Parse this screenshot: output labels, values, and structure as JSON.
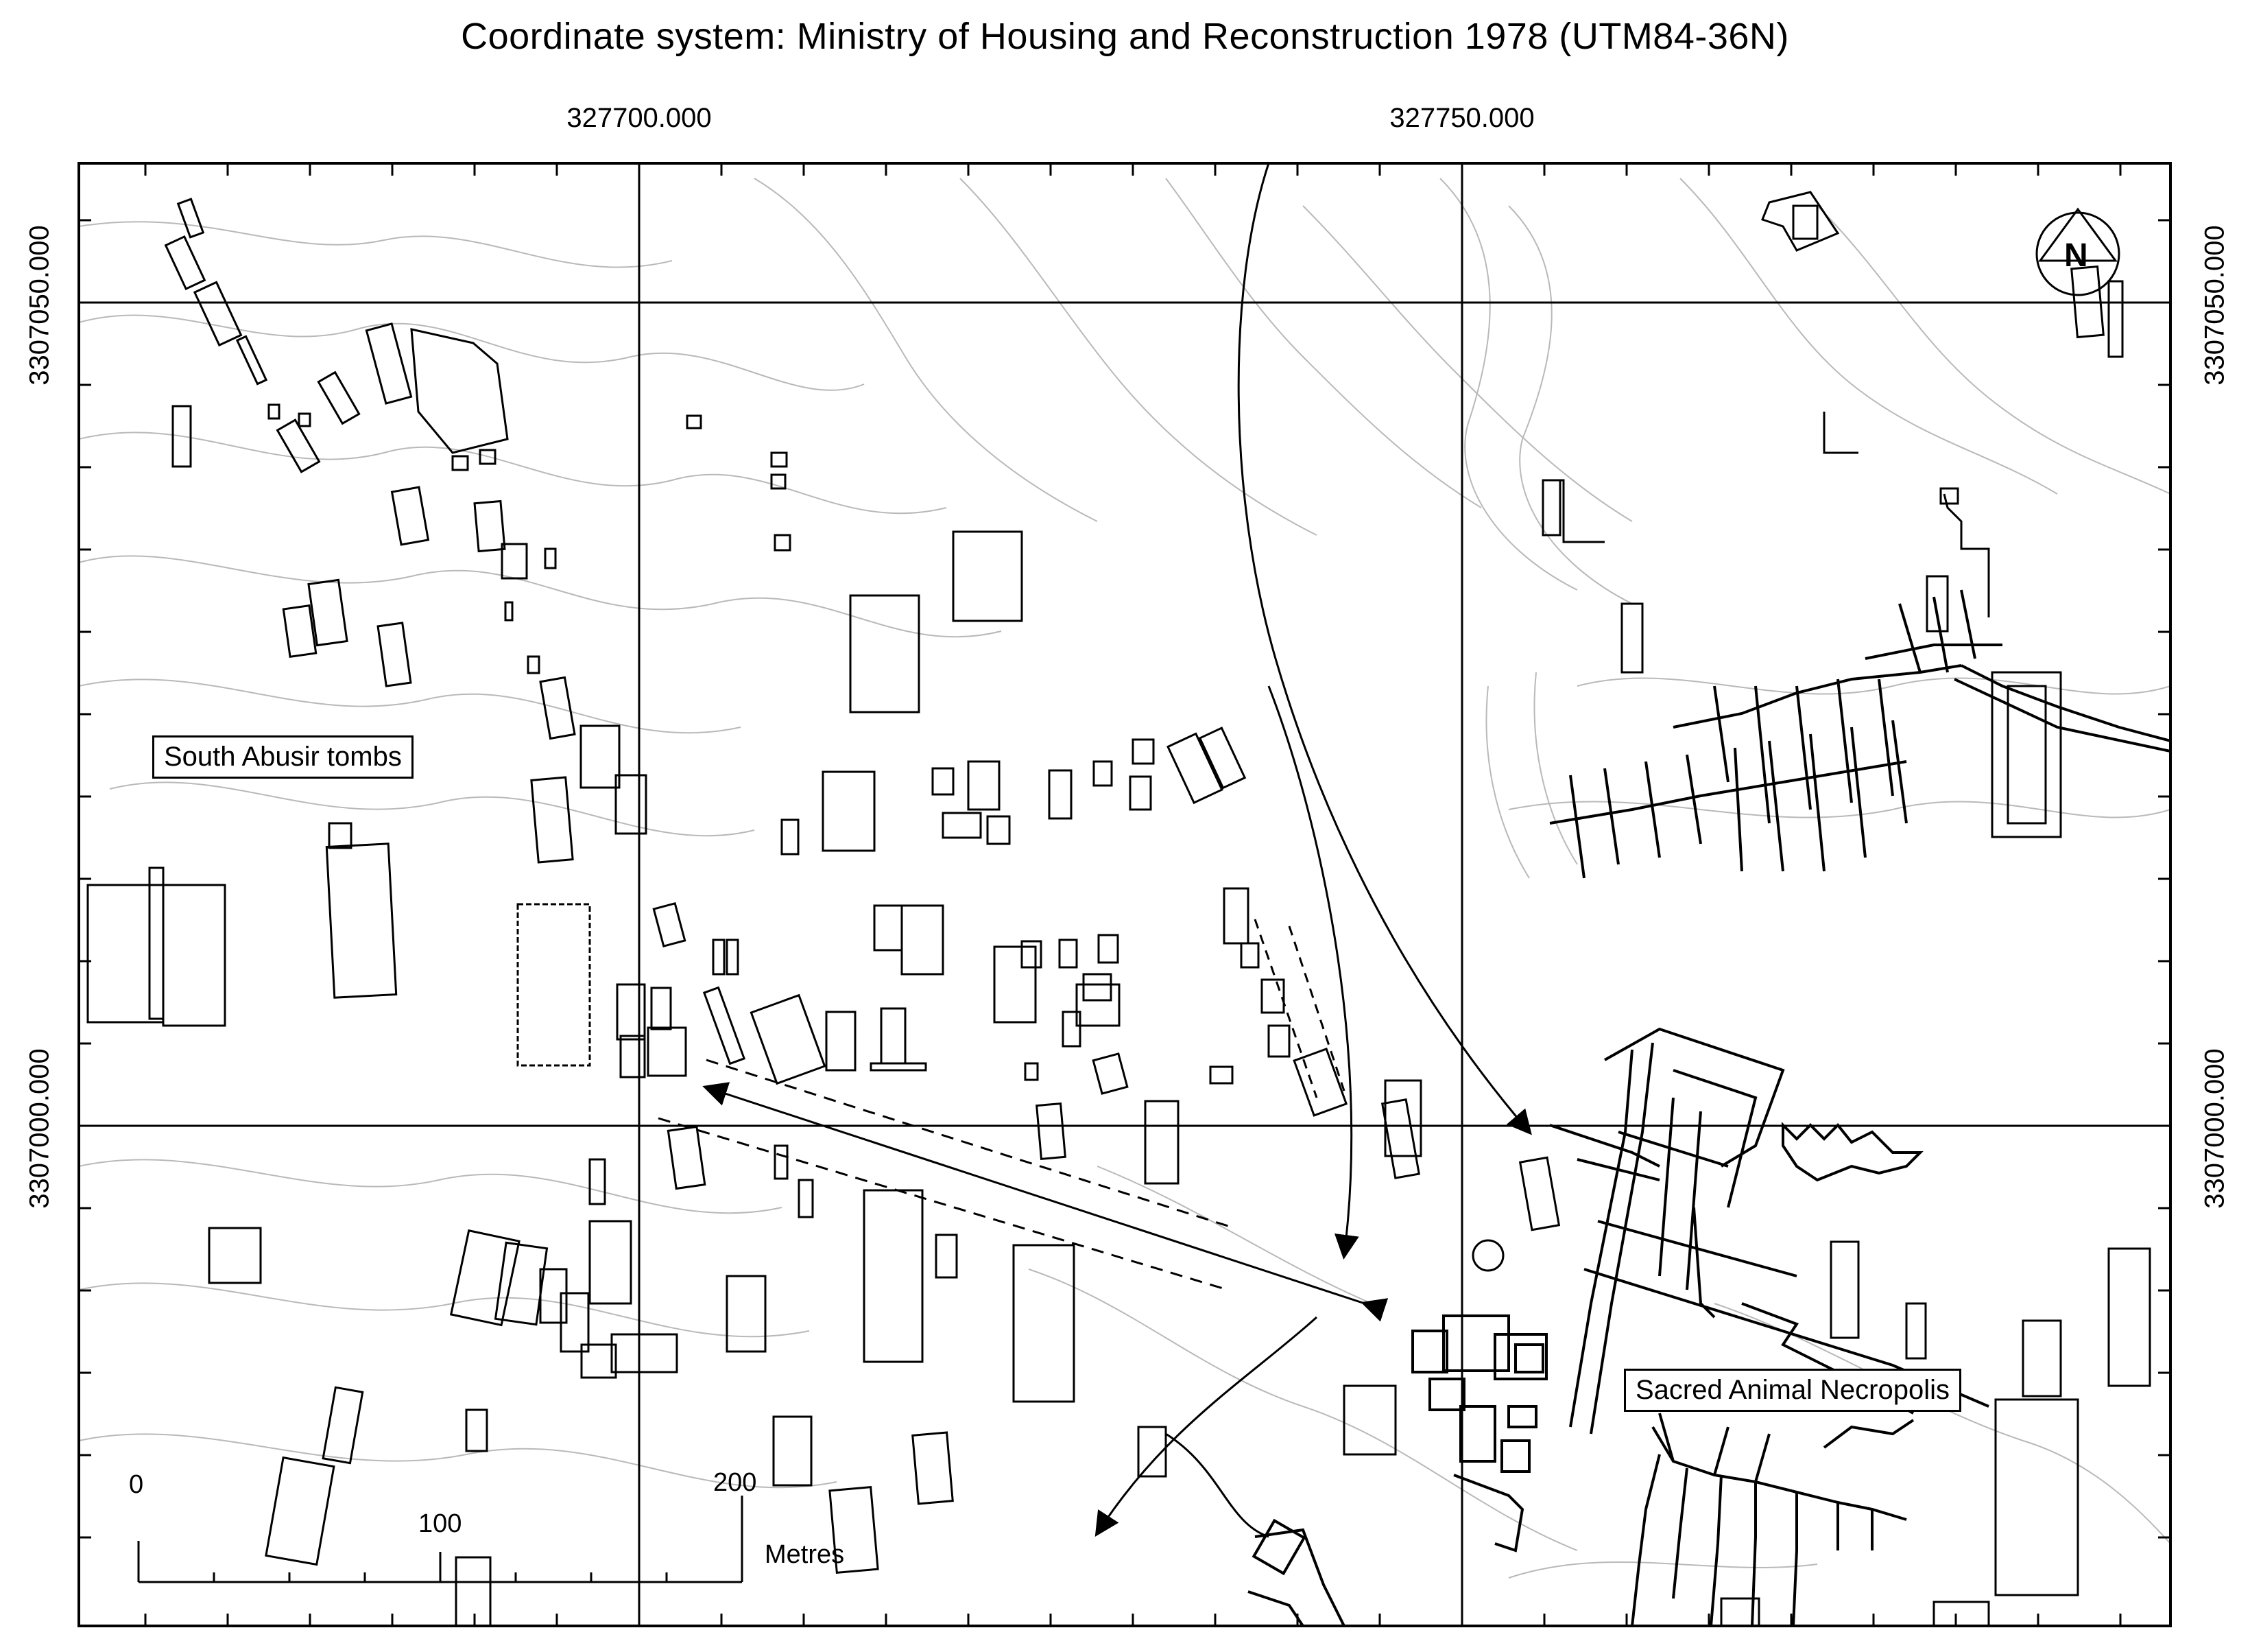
{
  "title": "Coordinate system: Ministry of Housing and Reconstruction 1978 (UTM84-36N)",
  "coordinates": {
    "easting_left": "327700.000",
    "easting_right": "327750.000",
    "northing_top": "3307050.000",
    "northing_bottom": "3307000.000"
  },
  "labels": {
    "south_abusir": "South Abusir tombs",
    "sacred_animal": "Sacred Animal Necropolis"
  },
  "north_arrow": {
    "letter": "N",
    "icon": "north-arrow-icon"
  },
  "scale_bar": {
    "tick0": "0",
    "tick100": "100",
    "tick200": "200",
    "unit": "Metres"
  },
  "colors": {
    "ink": "#000000",
    "contour": "#b9b9b9",
    "background": "#ffffff"
  }
}
